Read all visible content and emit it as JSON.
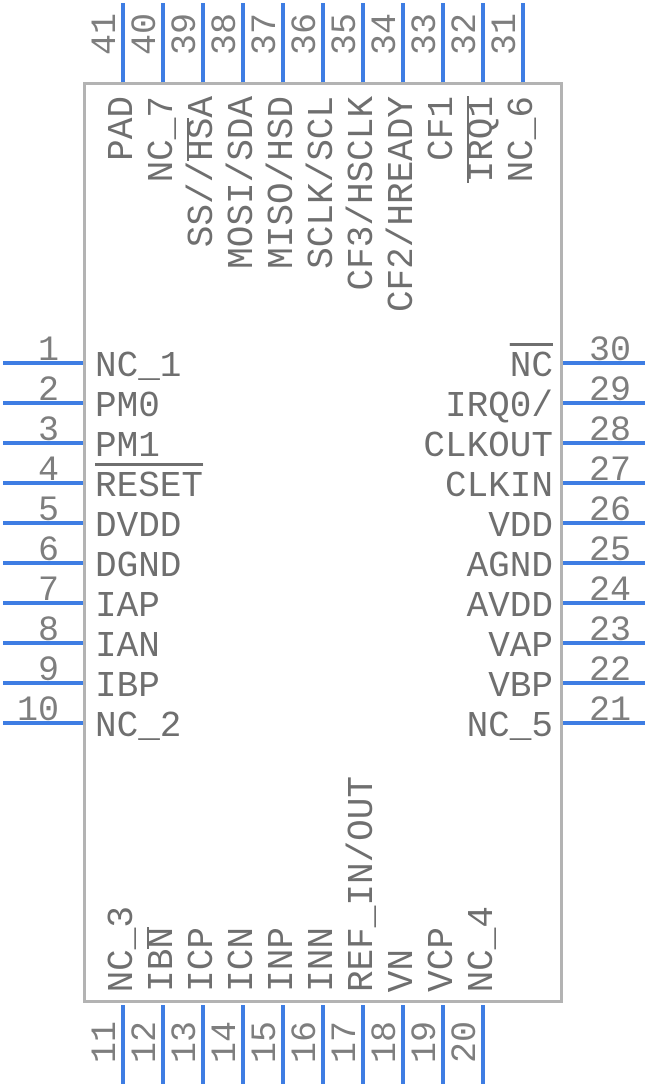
{
  "component": {
    "type": "schematic-symbol",
    "colors": {
      "pin_line": "#3E7DE3",
      "pin_label": "#6F6F6F",
      "pin_number": "#7E7E7E",
      "body_border": "#B3B3B3",
      "background": "#FFFFFF"
    },
    "pins": {
      "top": [
        {
          "number": "41",
          "label": "PAD"
        },
        {
          "number": "40",
          "label": "NC_7"
        },
        {
          "number": "39",
          "label": "SS//HSA",
          "overline": [
            4,
            6
          ]
        },
        {
          "number": "38",
          "label": "MOSI/SDA"
        },
        {
          "number": "37",
          "label": "MISO/HSD"
        },
        {
          "number": "36",
          "label": "SCLK/SCL"
        },
        {
          "number": "35",
          "label": "CF3/HSCLK"
        },
        {
          "number": "34",
          "label": "CF2/HREADY"
        },
        {
          "number": "33",
          "label": "CF1"
        },
        {
          "number": "32",
          "label": "IRQ1",
          "overline": [
            0,
            4
          ]
        },
        {
          "number": "31",
          "label": "NC_6"
        }
      ],
      "left": [
        {
          "number": "1",
          "label": "NC_1"
        },
        {
          "number": "2",
          "label": "PM0"
        },
        {
          "number": "3",
          "label": "PM1"
        },
        {
          "number": "4",
          "label": "RESET",
          "overline": [
            0,
            5
          ]
        },
        {
          "number": "5",
          "label": "DVDD"
        },
        {
          "number": "6",
          "label": "DGND"
        },
        {
          "number": "7",
          "label": "IAP"
        },
        {
          "number": "8",
          "label": "IAN"
        },
        {
          "number": "9",
          "label": "IBP"
        },
        {
          "number": "10",
          "label": "NC_2"
        }
      ],
      "right": [
        {
          "number": "30",
          "label": "NC",
          "overline": [
            0,
            2
          ]
        },
        {
          "number": "29",
          "label": "IRQ0/"
        },
        {
          "number": "28",
          "label": "CLKOUT"
        },
        {
          "number": "27",
          "label": "CLKIN"
        },
        {
          "number": "26",
          "label": "VDD"
        },
        {
          "number": "25",
          "label": "AGND"
        },
        {
          "number": "24",
          "label": "AVDD"
        },
        {
          "number": "23",
          "label": "VAP"
        },
        {
          "number": "22",
          "label": "VBP"
        },
        {
          "number": "21",
          "label": "NC_5"
        }
      ],
      "bottom": [
        {
          "number": "11",
          "label": "NC_3"
        },
        {
          "number": "12",
          "label": "IBN",
          "overline": [
            2,
            3
          ]
        },
        {
          "number": "13",
          "label": "ICP"
        },
        {
          "number": "14",
          "label": "ICN"
        },
        {
          "number": "15",
          "label": "INP"
        },
        {
          "number": "16",
          "label": "INN"
        },
        {
          "number": "17",
          "label": "REF_IN/OUT"
        },
        {
          "number": "18",
          "label": "VN"
        },
        {
          "number": "19",
          "label": "VCP"
        },
        {
          "number": "20",
          "label": "NC_4"
        }
      ]
    }
  }
}
